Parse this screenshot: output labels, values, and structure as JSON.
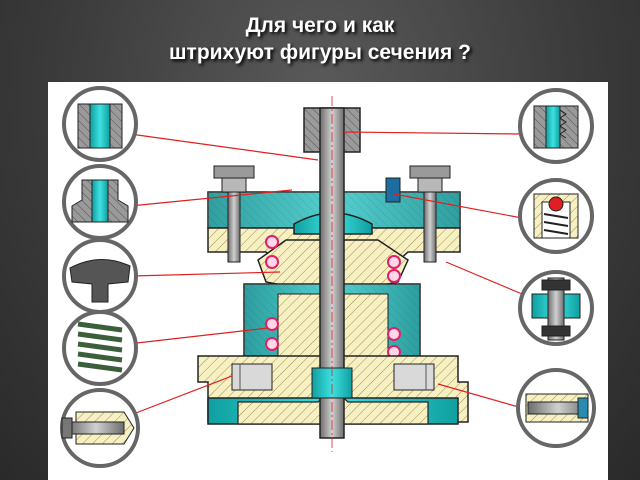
{
  "slide": {
    "title_line1": "Для чего и как",
    "title_line2": "штрихуют фигуры сечения ?"
  },
  "colors": {
    "cyan": "#17c8c8",
    "hatch_yellow": "#f7f0c2",
    "hatch_line": "#a08f50",
    "metal": "#8a8a8a",
    "leader_red": "#e02020",
    "spring_red": "#e0206a",
    "background": "#3a3a3a"
  },
  "detail_insets": [
    {
      "id": "sleeve-section",
      "side": "left"
    },
    {
      "id": "bushing-section",
      "side": "left"
    },
    {
      "id": "rod-head-section",
      "side": "left"
    },
    {
      "id": "coil-spring",
      "side": "left"
    },
    {
      "id": "pin-in-hole",
      "side": "left"
    },
    {
      "id": "threaded-sleeve",
      "side": "right"
    },
    {
      "id": "spring-in-cup",
      "side": "right"
    },
    {
      "id": "bolt-nut-assembly",
      "side": "right"
    },
    {
      "id": "screw-in-hole",
      "side": "right"
    }
  ]
}
